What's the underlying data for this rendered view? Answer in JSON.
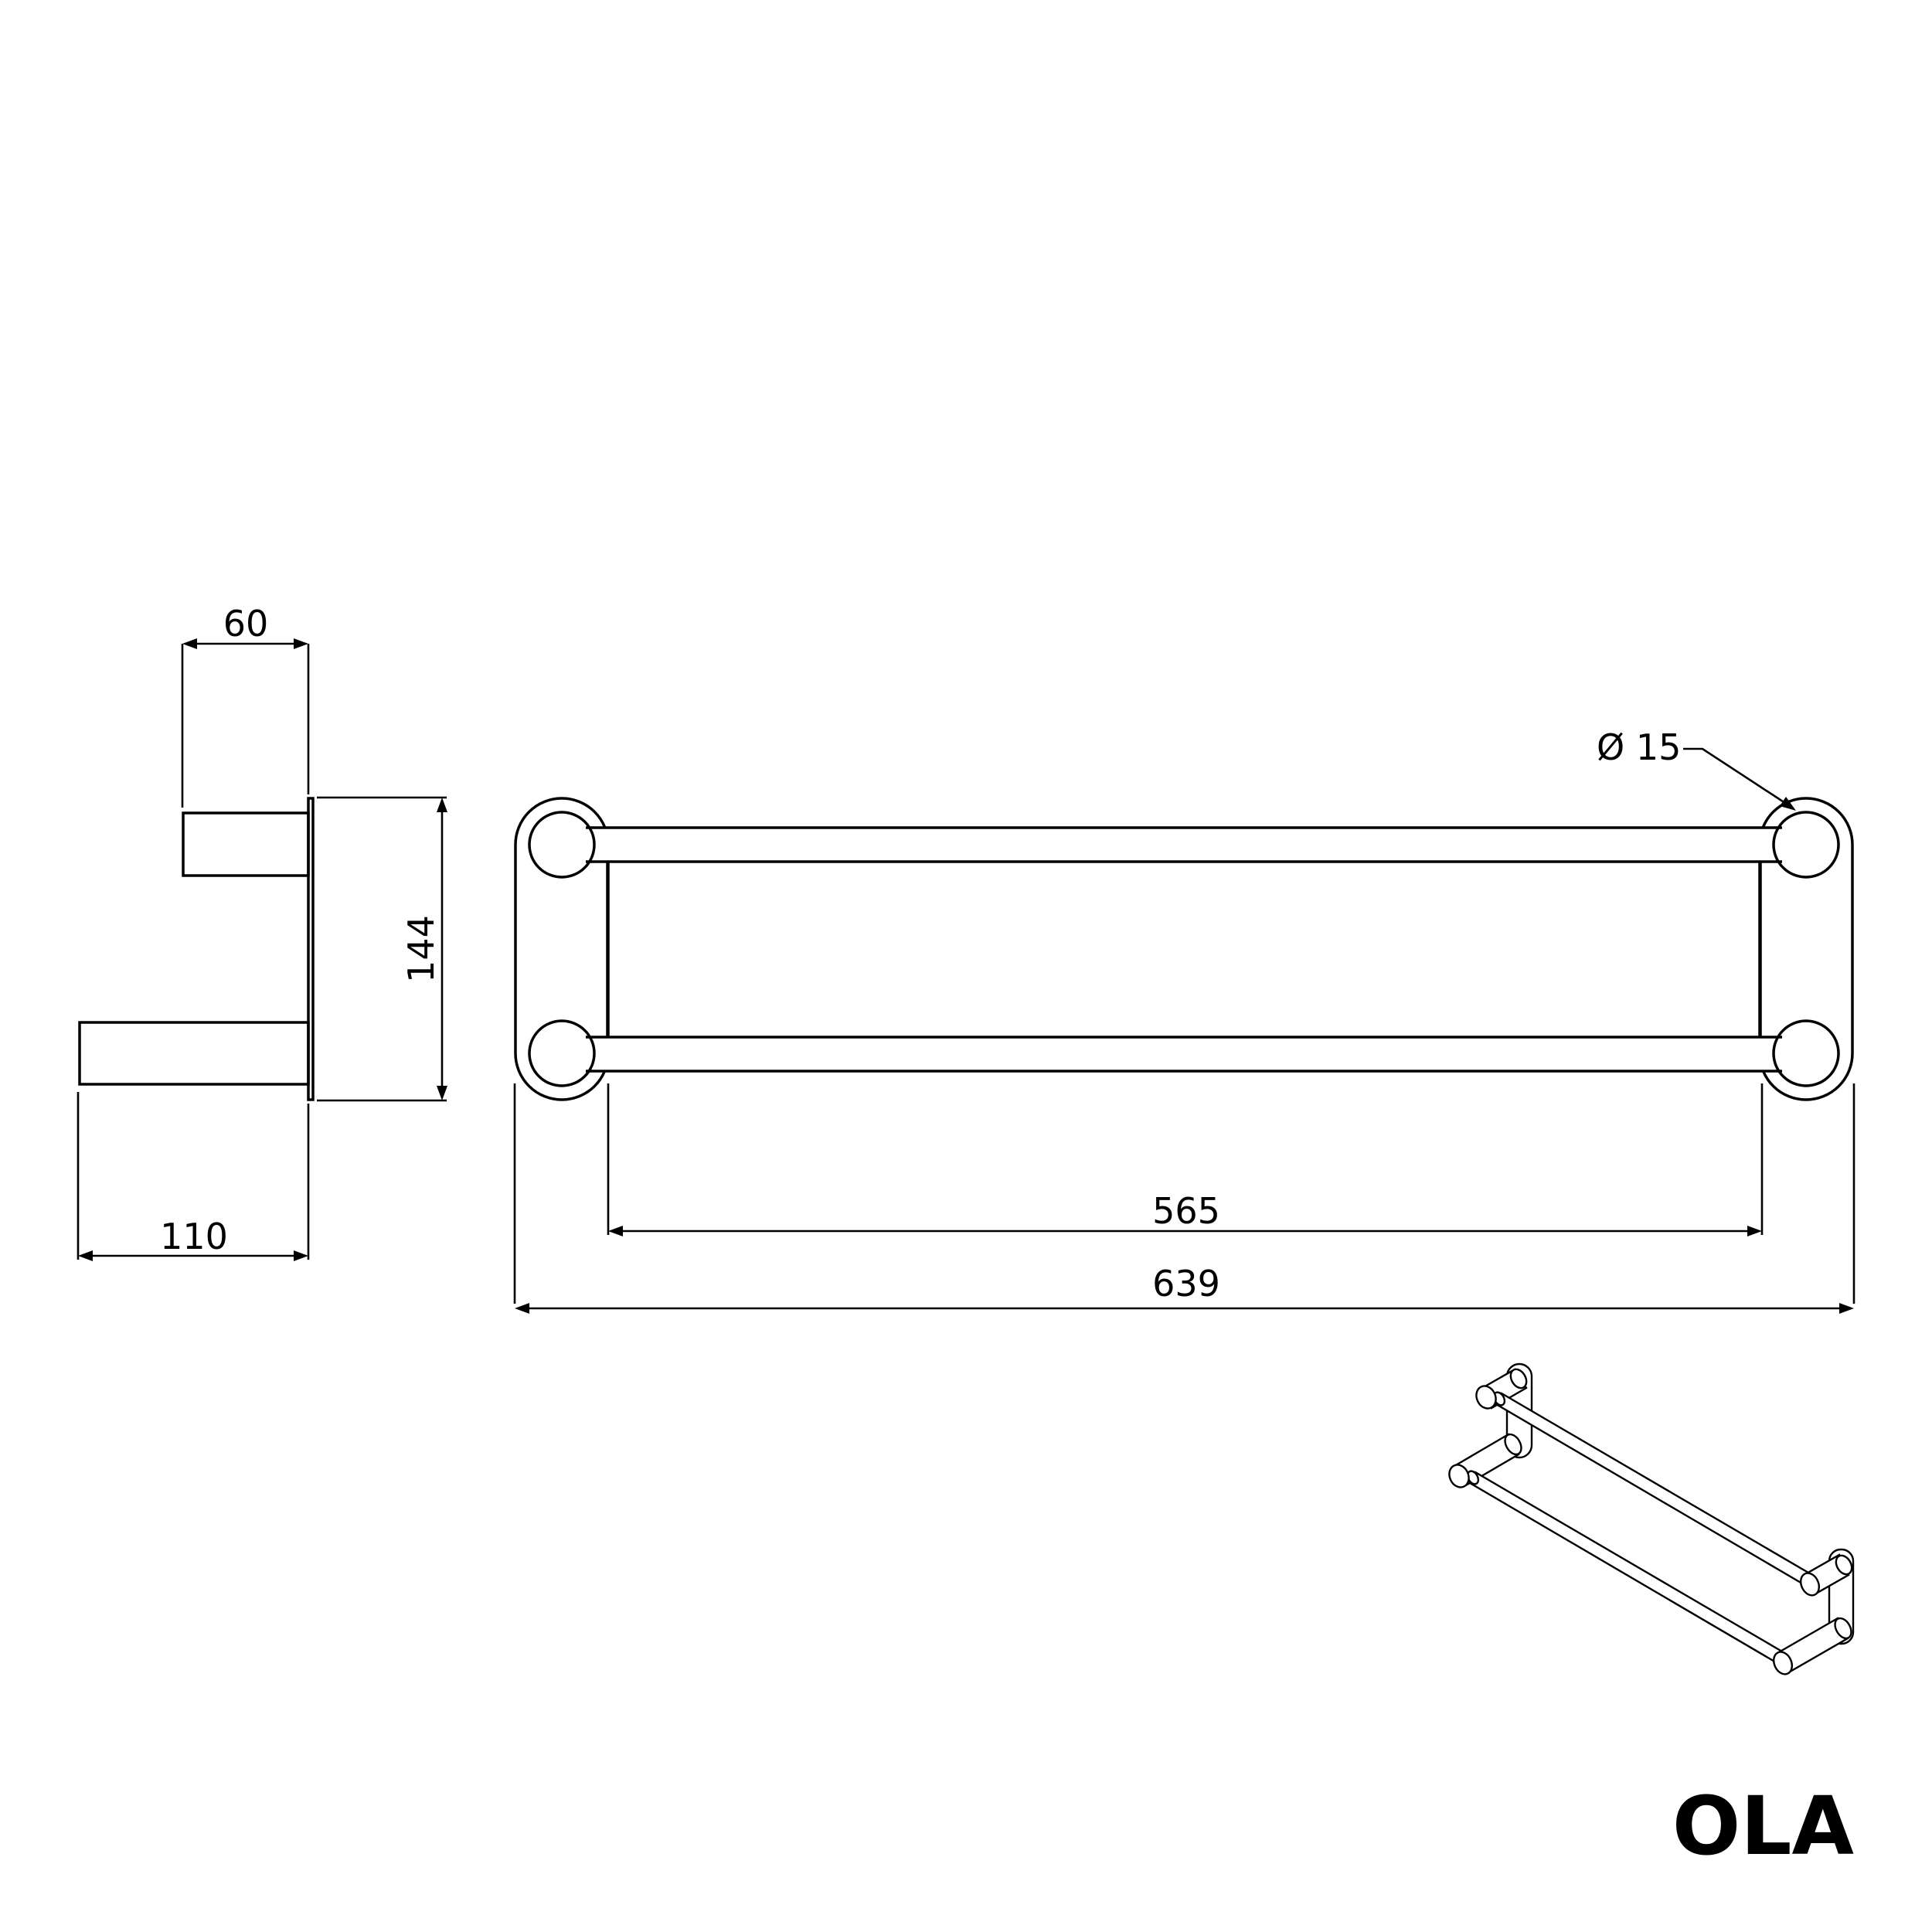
{
  "drawing": {
    "product_name": "OLA",
    "colors": {
      "line": "#000000",
      "background": "#ffffff"
    },
    "side_view": {
      "dimensions": {
        "short_arm_depth": "60",
        "long_arm_depth": "110",
        "plate_height": "144"
      }
    },
    "front_view": {
      "dimensions": {
        "inner_width": "565",
        "overall_width": "639",
        "bar_diameter": "Ø 15"
      }
    },
    "isometric_view": {
      "label": ""
    }
  }
}
